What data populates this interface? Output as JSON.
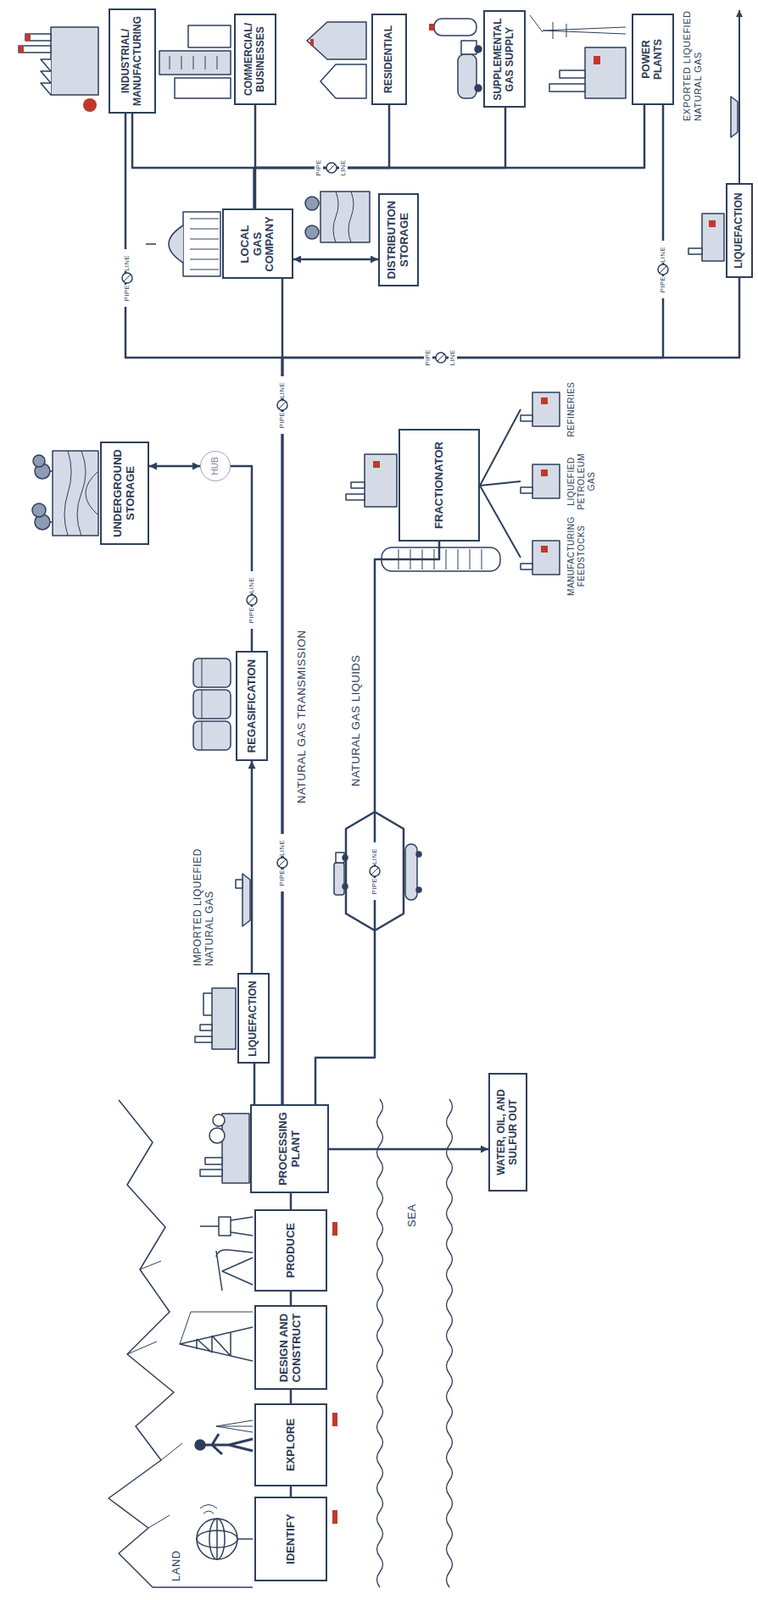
{
  "diagram": {
    "nodes": [
      {
        "text": [
          "IDENTIFY"
        ]
      },
      {
        "text": [
          "EXPLORE"
        ]
      },
      {
        "text": [
          "DESIGN AND CONSTRUCT"
        ]
      },
      {
        "text": [
          "PRODUCE"
        ]
      },
      {
        "text": [
          "PROCESSING PLANT"
        ]
      },
      {
        "text": [
          "WATER, OIL, AND SULFUR OUT"
        ]
      },
      {
        "text": [
          "LIQUEFACTION"
        ]
      },
      {
        "text": [
          "REGASIFICATION"
        ]
      },
      {
        "text": [
          "UNDERGROUND STORAGE"
        ]
      },
      {
        "text": [
          "HUB"
        ]
      },
      {
        "text": [
          "FRACTIONATOR"
        ]
      },
      {
        "text": [
          "LOCAL GAS COMPANY"
        ]
      },
      {
        "text": [
          "DISTRIBUTION STORAGE"
        ]
      },
      {
        "text": [
          "INDUSTRIAL/ MANUFACTURING"
        ]
      },
      {
        "text": [
          "COMMERCIAL/ BUSINESSES"
        ]
      },
      {
        "text": [
          "RESIDENTIAL"
        ]
      },
      {
        "text": [
          "SUPPLEMENTAL GAS SUPPLY"
        ]
      },
      {
        "text": [
          "POWER PLANTS"
        ]
      },
      {
        "text": [
          "LIQUEFACTION"
        ]
      }
    ],
    "edges": [
      {
        "from": 0,
        "to": 1,
        "arrow": "none"
      },
      {
        "from": 1,
        "to": 2,
        "arrow": "none"
      },
      {
        "from": 2,
        "to": 3,
        "arrow": "none"
      },
      {
        "from": 3,
        "to": 4,
        "arrow": "none"
      },
      {
        "from": 4,
        "to": 5,
        "arrow": "to"
      },
      {
        "from": 4,
        "to": 6,
        "arrow": "none"
      },
      {
        "from": 6,
        "to": 7,
        "arrow": "to"
      },
      {
        "from": 7,
        "to": 9,
        "arrow": "none"
      },
      {
        "from": 9,
        "to": 8,
        "arrow": "both"
      },
      {
        "from": 4,
        "to": 11,
        "arrow": "none"
      },
      {
        "from": 4,
        "to": 10,
        "arrow": "none"
      },
      {
        "from": 11,
        "to": 12,
        "arrow": "both"
      },
      {
        "from": 11,
        "to": 13,
        "arrow": "none"
      },
      {
        "from": 11,
        "to": 14,
        "arrow": "none"
      },
      {
        "from": 11,
        "to": 15,
        "arrow": "none"
      },
      {
        "from": 11,
        "to": 16,
        "arrow": "none"
      },
      {
        "from": 11,
        "to": 17,
        "arrow": "none"
      },
      {
        "from": 4,
        "to": 13,
        "arrow": "none"
      },
      {
        "from": 4,
        "to": 17,
        "arrow": "none"
      },
      {
        "from": 4,
        "to": 18,
        "arrow": "none"
      }
    ],
    "labels": [
      "LAND",
      "SEA",
      "IMPORTED LIQUEFIED NATURAL GAS",
      "NATURAL GAS TRANSMISSION",
      "NATURAL GAS LIQUIDS",
      "MANUFACTURING FEEDSTOCKS",
      "LIQUEFIED PETROLEUM GAS",
      "REFINERIES",
      "EXPORTED LIQUEFIED NATURAL GAS",
      "PIPE",
      "LINE",
      "PIPE",
      "LINE",
      "PIPE",
      "LINE",
      "PIPE",
      "LINE",
      "PIPE",
      "LINE",
      "PIPE",
      "LINE",
      "PIPE",
      "LINE",
      "PIPE",
      "LINE"
    ]
  }
}
